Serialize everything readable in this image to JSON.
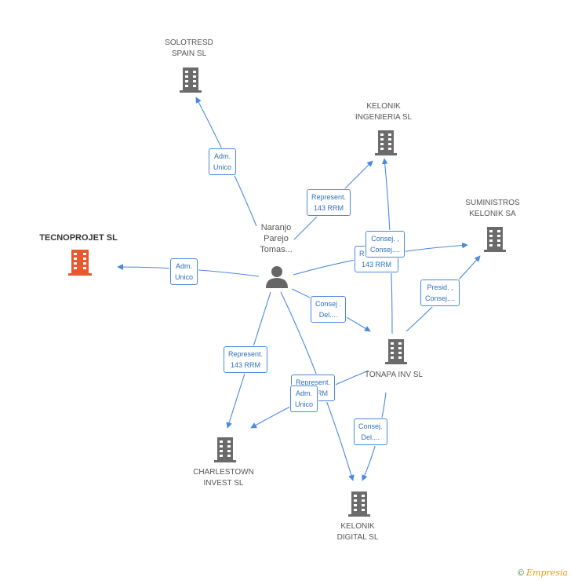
{
  "colors": {
    "edge": "#4a89dc",
    "building": "#6b6b6b",
    "focus": "#e8572e",
    "person": "#666666"
  },
  "person": {
    "name": "Naranjo\nParejo\nTomas..."
  },
  "companies": {
    "solotresd": "SOLOTRESD\nSPAIN  SL",
    "kelonik_ing": "KELONIK\nINGENIERIA SL",
    "suministros": "SUMINISTROS\nKELONIK SA",
    "tecnoprojet": "TECNOPROJET SL",
    "tonapa": "TONAPA INV SL",
    "charlestown": "CHARLESTOWN\nINVEST SL",
    "kelonik_dig": "KELONIK\nDIGITAL SL"
  },
  "edge_labels": {
    "adm_unico_solotresd": "Adm.\nUnico",
    "represent_kelonik_ing": "Represent.\n143 RRM",
    "consej_suministros": "Consej. ,\nConsej....",
    "represent_under": "Represent.\n143 RRM",
    "adm_unico_tecnoprojet": "Adm.\nUnico",
    "consej_del_tonapa": "Consej .\nDel....",
    "presid_consej": "Presid. ,\nConsej....",
    "represent_charlestown": "Represent.\n143 RRM",
    "represent_back": "Represent.\n143 RRM",
    "adm_unico_charlestown": "Adm.\nUnico",
    "consej_del_digital": "Consej.\nDel...."
  },
  "footer": {
    "copyright": "©",
    "brand": "mpresia",
    "brand_initial": "E"
  }
}
